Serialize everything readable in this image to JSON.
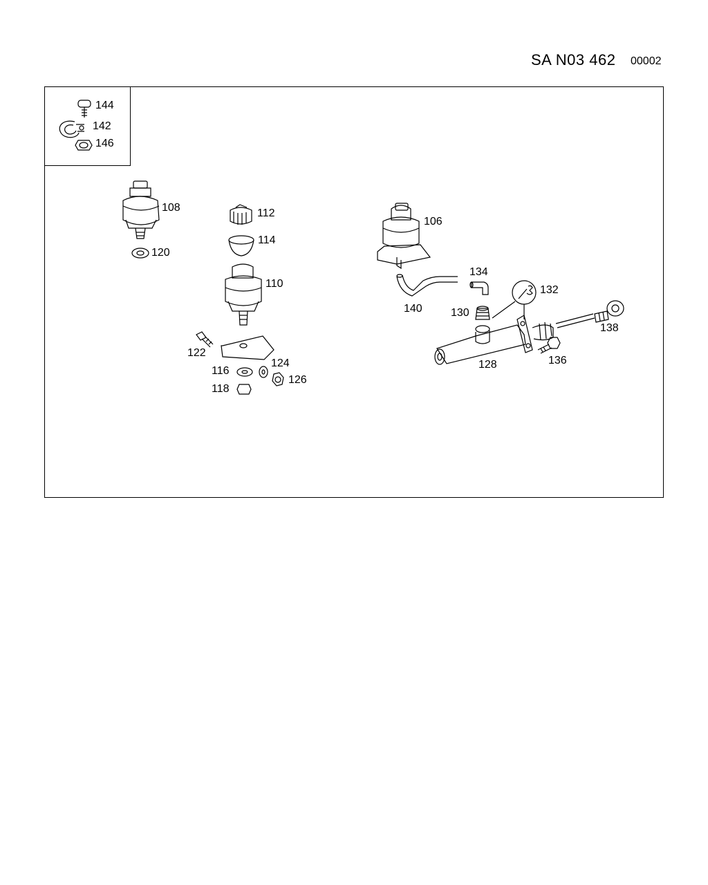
{
  "header": {
    "code": "SA N03  462",
    "number": "00002"
  },
  "legend": {
    "items": [
      "144",
      "142",
      "146"
    ]
  },
  "parts": {
    "p108": "108",
    "p120": "120",
    "p112": "112",
    "p114": "114",
    "p110": "110",
    "p122": "122",
    "p124": "124",
    "p116": "116",
    "p126": "126",
    "p118": "118",
    "p106": "106",
    "p134": "134",
    "p132": "132",
    "p140": "140",
    "p130": "130",
    "p138": "138",
    "p128": "128",
    "p136": "136"
  }
}
